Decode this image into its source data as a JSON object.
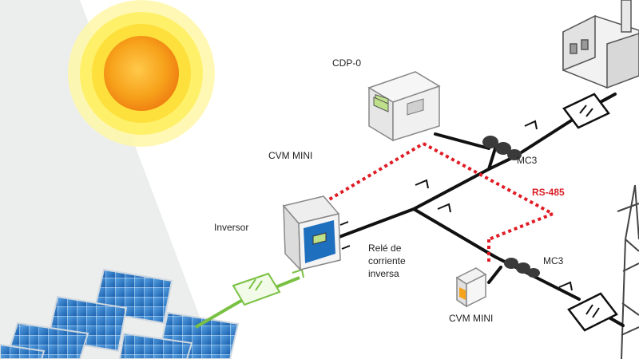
{
  "labels": {
    "cdp": "CDP-0",
    "cvm_top": "CVM MINI",
    "inversor": "Inversor",
    "rele_line1": "Relé de",
    "rele_line2": "corriente",
    "rele_line3": "inversa",
    "mc3_top": "MC3",
    "mc3_bottom": "MC3",
    "rs485": "RS-485",
    "cvm_bottom": "CVM MINI"
  },
  "colors": {
    "line": "#111111",
    "rs485": "#e01b24",
    "solar": "#7ac143",
    "panel": "#1f6fbf",
    "sun": "#f7a21b",
    "rs485_label": "#d81f26"
  },
  "icons": [
    "sun-icon",
    "solar-panels-icon",
    "inverter-icon",
    "cdp-device-icon",
    "cvm-mini-meter-icon",
    "factory-icon",
    "power-tower-icon",
    "mc3-connector-icon",
    "converter-box-icon"
  ]
}
